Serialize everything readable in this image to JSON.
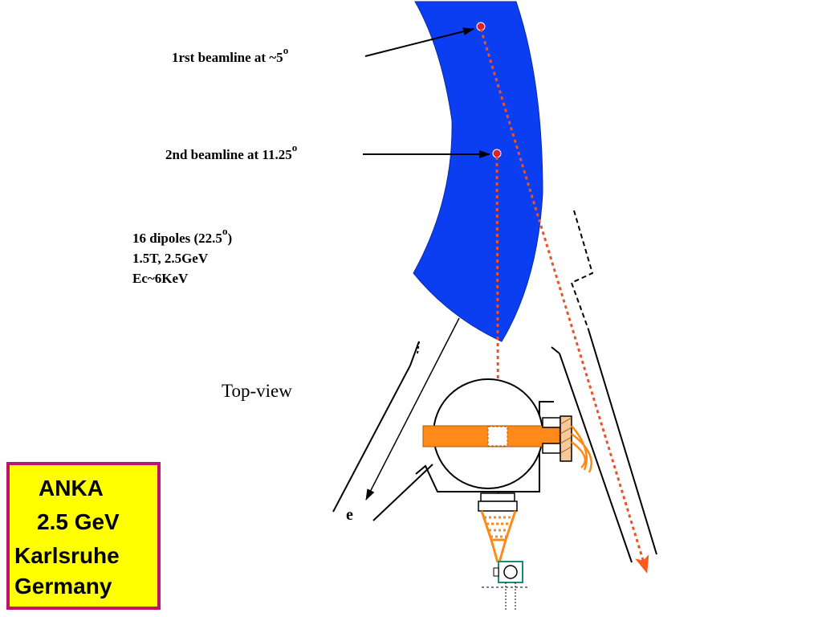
{
  "labels": {
    "beamline1": {
      "text": "1rst beamline at ~5",
      "deg": "o"
    },
    "beamline2": {
      "text": "2nd beamline at 11.25",
      "deg": "o"
    },
    "dipoles_line1_a": "16 dipoles (22.5",
    "dipoles_line1_deg": "o",
    "dipoles_line1_b": ")",
    "dipoles_line2": "1.5T, 2.5GeV",
    "dipoles_line3": "Ec~6KeV",
    "view": "Top-view",
    "electron": "e"
  },
  "info_box": {
    "line1": "ANKA",
    "line2": "2.5 GeV",
    "line3": "Karlsruhe",
    "line4": "Germany"
  },
  "colors": {
    "magnet": "#0a3ef0",
    "beam": "#e8532a",
    "orange_part": "#ff8a1a",
    "box_fill": "#ffff00",
    "box_border": "#c0136e"
  }
}
